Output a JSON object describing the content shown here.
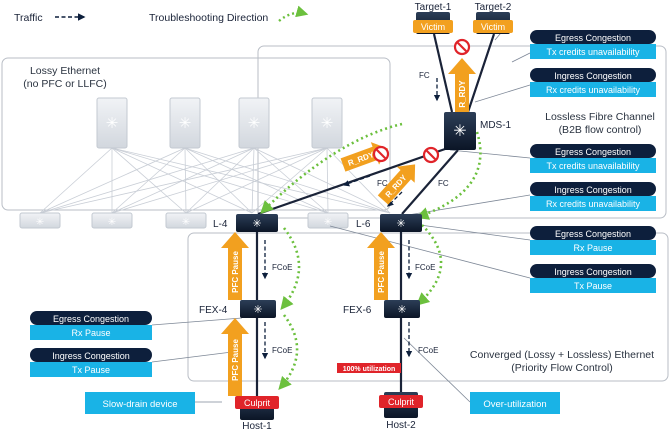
{
  "legend": {
    "traffic_label": "Traffic",
    "troubleshooting_label": "Troubleshooting Direction"
  },
  "colors": {
    "navy": "#0d1f3c",
    "cyan": "#19b3e6",
    "orange": "#f2a01f",
    "green": "#6cc03e",
    "red": "#e0242a",
    "link": "#1a2338"
  },
  "zones": {
    "lossy": {
      "line1": "Lossy Ethernet",
      "line2": "(no PFC or LLFC)"
    },
    "lossless": {
      "line1": "Lossless Fibre Channel",
      "line2": "(B2B flow control)"
    },
    "converged": {
      "line1": "Converged (Lossy + Lossless) Ethernet",
      "line2": "(Priority Flow Control)"
    }
  },
  "nodes": {
    "target1": "Target-1",
    "target2": "Target-2",
    "mds": "MDS-1",
    "l4": "L-4",
    "l6": "L-6",
    "fex4": "FEX-4",
    "fex6": "FEX-6",
    "host1": "Host-1",
    "host2": "Host-2"
  },
  "badges": {
    "victim1": "Victim",
    "victim2": "Victim",
    "culprit1": "Culprit",
    "culprit2": "Culprit",
    "utilization": "100% utilization"
  },
  "link_labels": {
    "fc_targets": "FC",
    "fc_l4": "FC",
    "fc_l6": "FC",
    "fcoe_l4": "FCoE",
    "fcoe_fex4": "FCoE",
    "fcoe_l6": "FCoE",
    "fcoe_fex6": "FCoE"
  },
  "arrows": {
    "r_rdy_mds": "R_RDY",
    "r_rdy_l4": "R_RDY",
    "r_rdy_l6": "R_RDY",
    "pfc_l4": "PFC Pause",
    "pfc_fex4": "PFC Pause",
    "pfc_l6": "PFC Pause"
  },
  "callouts": {
    "mds_egress": {
      "title": "Egress Congestion",
      "detail": "Tx credits unavailability"
    },
    "mds_ingress": {
      "title": "Ingress Congestion",
      "detail": "Rx credits unavailability"
    },
    "fc_egress": {
      "title": "Egress Congestion",
      "detail": "Tx credits unavailability"
    },
    "fc_ingress": {
      "title": "Ingress Congestion",
      "detail": "Rx credits unavailability"
    },
    "l6_egress": {
      "title": "Egress Congestion",
      "detail": "Rx Pause"
    },
    "l6_ingress": {
      "title": "Ingress Congestion",
      "detail": "Tx Pause"
    },
    "fex4_egress": {
      "title": "Egress Congestion",
      "detail": "Rx Pause"
    },
    "fex4_ingress": {
      "title": "Ingress Congestion",
      "detail": "Tx Pause"
    },
    "slow_drain": "Slow-drain device",
    "over_util": "Over-utilization"
  }
}
